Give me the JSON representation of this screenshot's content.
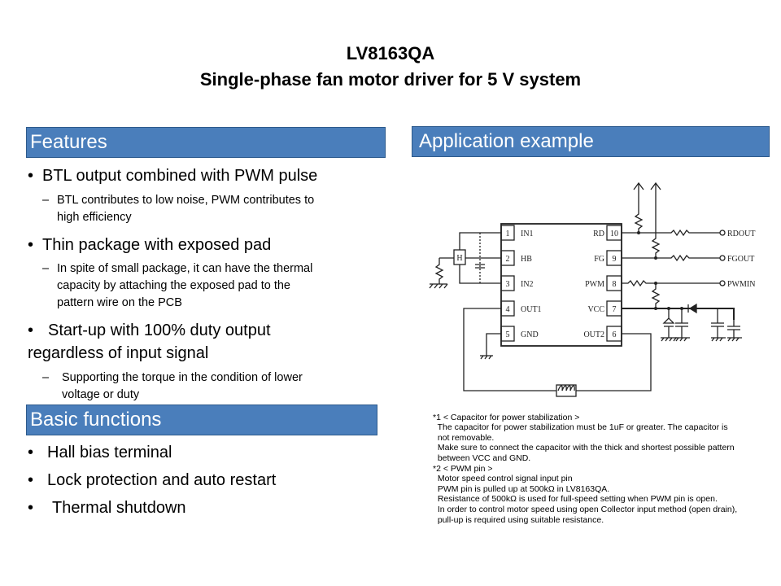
{
  "header": {
    "title": "LV8163QA",
    "subtitle": "Single-phase fan motor driver for 5 V system"
  },
  "features": {
    "heading": "Features",
    "items": [
      {
        "bullet": "•",
        "text": "BTL output combined with PWM pulse",
        "sub": {
          "dash": "–",
          "lines": [
            "BTL contributes to low noise, PWM contributes to",
            "high efficiency"
          ]
        }
      },
      {
        "bullet": "•",
        "text": "Thin package with exposed pad",
        "sub": {
          "dash": "–",
          "lines": [
            "In spite of small package, it can have the thermal",
            "capacity by attaching the exposed pad to the",
            "pattern wire on the PCB"
          ]
        }
      },
      {
        "bullet": "•",
        "lines": [
          "Start-up with 100% duty output",
          "regardless of input signal"
        ],
        "sub": {
          "dash": "–",
          "lines": [
            "Supporting the torque in the condition of lower",
            "voltage or duty"
          ]
        }
      }
    ]
  },
  "basic": {
    "heading": "Basic functions",
    "items": [
      "Hall bias terminal",
      "Lock protection and auto restart",
      "Thermal shutdown"
    ],
    "bullet": "•"
  },
  "application": {
    "heading": "Application example",
    "pins": [
      {
        "num": "1",
        "name": "IN1"
      },
      {
        "num": "2",
        "name": "HB"
      },
      {
        "num": "3",
        "name": "IN2"
      },
      {
        "num": "4",
        "name": "OUT1"
      },
      {
        "num": "5",
        "name": "GND"
      },
      {
        "num": "10",
        "name": "RD"
      },
      {
        "num": "9",
        "name": "FG"
      },
      {
        "num": "8",
        "name": "PWM"
      },
      {
        "num": "7",
        "name": "VCC"
      },
      {
        "num": "6",
        "name": "OUT2"
      }
    ],
    "hall_label": "H",
    "signals": [
      "RDOUT",
      "FGOUT",
      "PWMIN"
    ],
    "notes": [
      "*1 < Capacitor for power stabilization >",
      "  The capacitor for power stabilization must be 1uF or greater. The capacitor is",
      "  not removable.",
      "  Make sure to connect the capacitor with the thick and shortest possible pattern",
      "  between VCC and GND.",
      "*2 < PWM pin >",
      "  Motor speed control signal input pin",
      "  PWM pin is pulled up at 500kΩ in LV8163QA.",
      "  Resistance of 500kΩ is used for full-speed setting when PWM pin is open.",
      "  In order to control motor speed using open Collector input method (open drain),",
      "  pull-up is required using suitable resistance."
    ]
  }
}
